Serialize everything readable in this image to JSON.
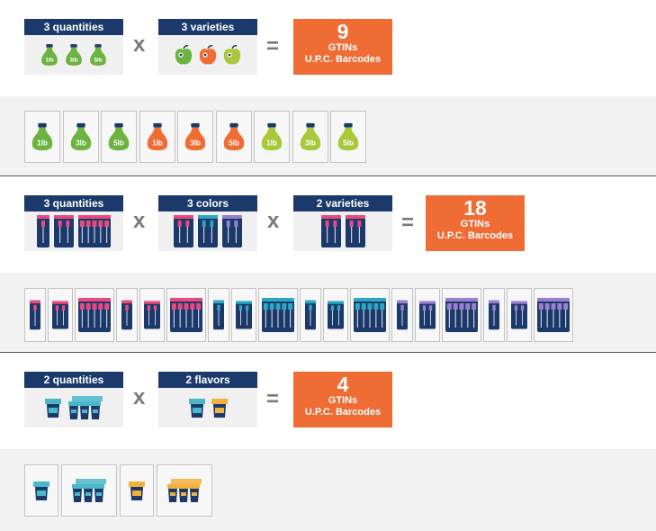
{
  "colors": {
    "navy": "#1b3a6b",
    "orange": "#ef6c35",
    "green": "#6cb33f",
    "red": "#ef6c35",
    "lime": "#a8c83a",
    "pink": "#e84a7f",
    "teal": "#2aa7c2",
    "purple": "#9a7fd1",
    "cyan": "#4bb8c9",
    "yellow": "#f2b13d"
  },
  "operators": {
    "times": "x",
    "equals": "="
  },
  "rows": [
    {
      "factors": [
        {
          "label": "3 quantities",
          "icons": [
            "green-1lb-bag",
            "green-3lb-bag",
            "green-5lb-bag"
          ]
        },
        {
          "label": "3 varieties",
          "icons": [
            "green-apple",
            "red-apple",
            "lime-apple"
          ]
        }
      ],
      "result": {
        "number": "9",
        "line1": "GTINs",
        "line2": "U.P.C. Barcodes"
      },
      "variants": [
        {
          "color": "green",
          "label": "1lb"
        },
        {
          "color": "green",
          "label": "3lb"
        },
        {
          "color": "green",
          "label": "5lb"
        },
        {
          "color": "red",
          "label": "1lb"
        },
        {
          "color": "red",
          "label": "3lb"
        },
        {
          "color": "red",
          "label": "5lb"
        },
        {
          "color": "lime",
          "label": "1lb"
        },
        {
          "color": "lime",
          "label": "3lb"
        },
        {
          "color": "lime",
          "label": "5lb"
        }
      ]
    },
    {
      "factors": [
        {
          "label": "3 quantities"
        },
        {
          "label": "3 colors"
        },
        {
          "label": "2 varieties"
        }
      ],
      "result": {
        "number": "18",
        "line1": "GTINs",
        "line2": "U.P.C. Barcodes"
      },
      "variants": [
        {
          "color": "pink",
          "count": 1
        },
        {
          "color": "pink",
          "count": 2
        },
        {
          "color": "pink",
          "count": 5
        },
        {
          "color": "pink",
          "count": 1
        },
        {
          "color": "pink",
          "count": 2
        },
        {
          "color": "pink",
          "count": 5
        },
        {
          "color": "teal",
          "count": 1
        },
        {
          "color": "teal",
          "count": 2
        },
        {
          "color": "teal",
          "count": 5
        },
        {
          "color": "teal",
          "count": 1
        },
        {
          "color": "teal",
          "count": 2
        },
        {
          "color": "teal",
          "count": 5
        },
        {
          "color": "purple",
          "count": 1
        },
        {
          "color": "purple",
          "count": 2
        },
        {
          "color": "purple",
          "count": 5
        },
        {
          "color": "purple",
          "count": 1
        },
        {
          "color": "purple",
          "count": 2
        },
        {
          "color": "purple",
          "count": 5
        }
      ]
    },
    {
      "factors": [
        {
          "label": "2 quantities"
        },
        {
          "label": "2 flavors"
        }
      ],
      "result": {
        "number": "4",
        "line1": "GTINs",
        "line2": "U.P.C. Barcodes"
      },
      "variants": [
        {
          "color": "cyan",
          "count": 1
        },
        {
          "color": "cyan",
          "count": 4
        },
        {
          "color": "yellow",
          "count": 1
        },
        {
          "color": "yellow",
          "count": 4
        }
      ]
    }
  ]
}
